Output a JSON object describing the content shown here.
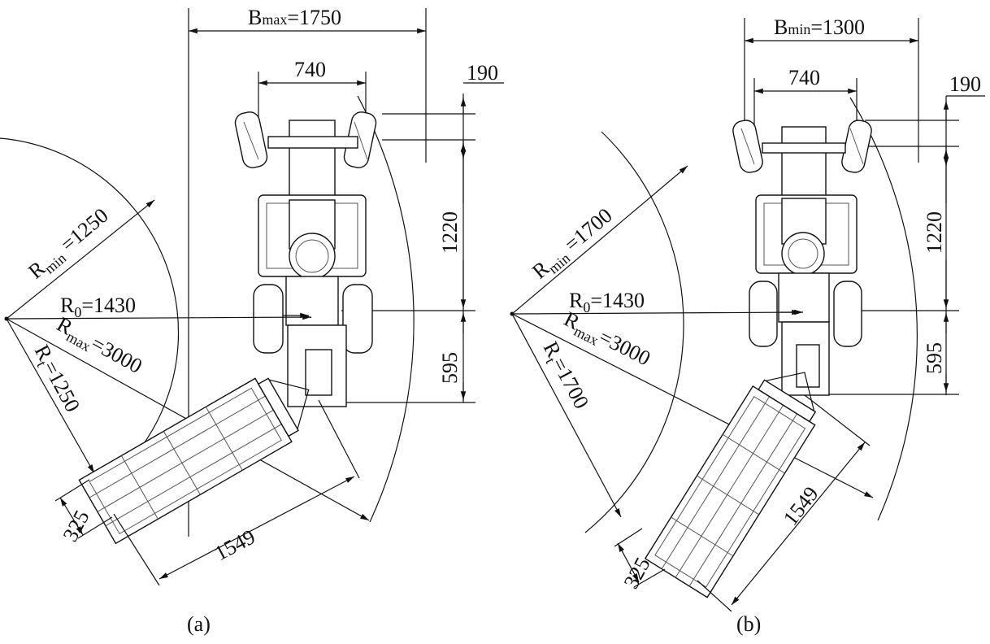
{
  "panel_a": {
    "caption": "(a)",
    "b_label": "B",
    "b_sub": "max",
    "b_value": "=1750",
    "track": "740",
    "offset_190": "190",
    "len_1220": "1220",
    "len_595": "595",
    "rmin_main": "R",
    "rmin_sub": "min",
    "rmin_value": " =1250",
    "r0_main": "R",
    "r0_sub": "0",
    "r0_value": "=1430",
    "rmax_main": "R",
    "rmax_sub": "max",
    "rmax_value": "=3000",
    "rt_main": "R",
    "rt_sub": "t",
    "rt_value": "=1250",
    "width_325": "325",
    "len_1549": "1549"
  },
  "panel_b": {
    "caption": "(b)",
    "b_label": "B",
    "b_sub": "min",
    "b_value": "=1300",
    "track": "740",
    "offset_190": "190",
    "len_1220": "1220",
    "len_595": "595",
    "rmin_main": "R",
    "rmin_sub": "min",
    "rmin_value": " =1700",
    "r0_main": "R",
    "r0_sub": "0",
    "r0_value": "=1430",
    "rmax_main": "R",
    "rmax_sub": "max",
    "rmax_value": "=3000",
    "rt_main": "R",
    "rt_sub": "t",
    "rt_value": "=1700",
    "width_325": "325",
    "len_1549": "1549"
  }
}
